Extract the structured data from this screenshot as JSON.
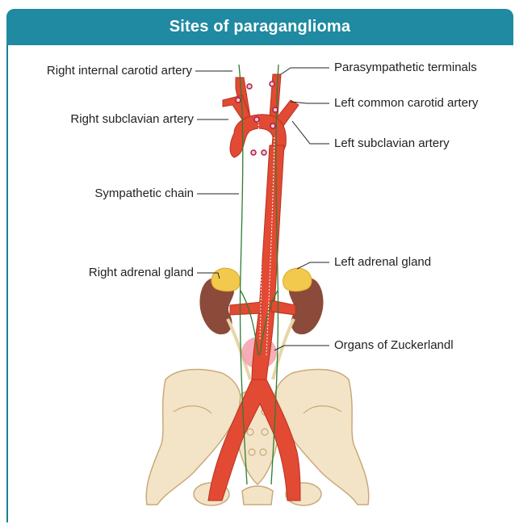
{
  "title": "Sites of paraganglioma",
  "labels": {
    "right_internal_carotid": "Right internal carotid artery",
    "right_subclavian": "Right subclavian artery",
    "sympathetic_chain": "Sympathetic chain",
    "right_adrenal": "Right adrenal gland",
    "parasympathetic": "Parasympathetic terminals",
    "left_common_carotid": "Left common carotid artery",
    "left_subclavian": "Left subclavian artery",
    "left_adrenal": "Left adrenal gland",
    "zuckerkandl": "Organs of Zuckerlandl"
  },
  "colors": {
    "header": "#1f8aa1",
    "artery": "#e24a33",
    "nerve": "#2e7d32",
    "kidney": "#8b4a3a",
    "adrenal": "#f2c94c",
    "bone": "#f3e4c8",
    "zuckerkandl": "#f29aa6"
  }
}
